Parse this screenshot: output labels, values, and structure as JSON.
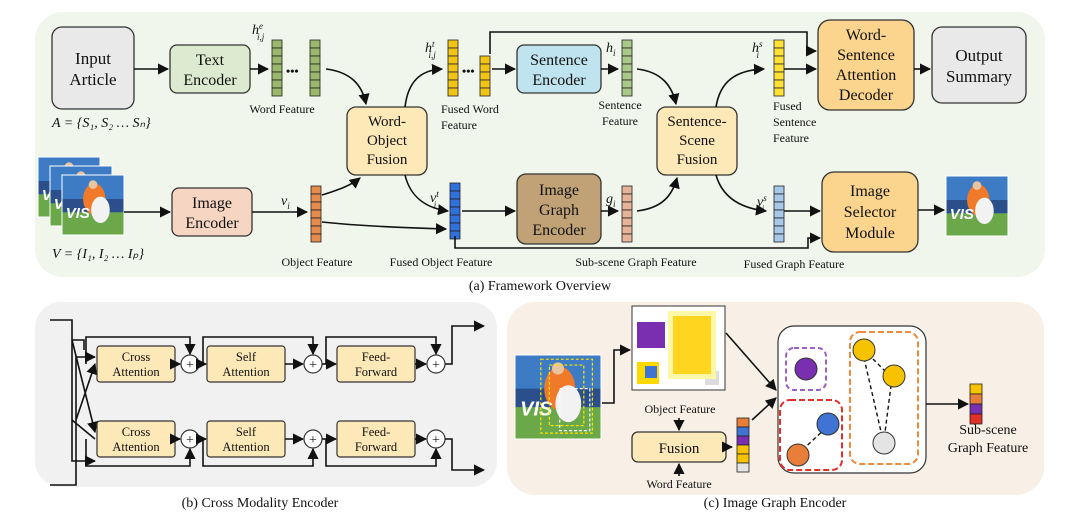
{
  "panel_a": {
    "caption": "(a) Framework Overview",
    "input_article": [
      "Input",
      "Article"
    ],
    "text_encoder": [
      "Text",
      "Encoder"
    ],
    "word_object_fusion": [
      "Word-",
      "Object",
      "Fusion"
    ],
    "sentence_encoder": [
      "Sentence",
      "Encoder"
    ],
    "sentence_scene_fusion": [
      "Sentence-",
      "Scene",
      "Fusion"
    ],
    "word_sentence_decoder": [
      "Word-",
      "Sentence",
      "Attention",
      "Decoder"
    ],
    "output_summary": [
      "Output",
      "Summary"
    ],
    "image_encoder": [
      "Image",
      "Encoder"
    ],
    "image_graph_encoder": [
      "Image",
      "Graph",
      "Encoder"
    ],
    "image_selector": [
      "Image",
      "Selector",
      "Module"
    ],
    "formula_a": "A = {S₁, S₂ … Sₙ}",
    "formula_v": "V = {I₁, I₂ … Iₚ}",
    "labels": {
      "word_feature": "Word Feature",
      "fused_word_feature": [
        "Fused Word",
        "Feature"
      ],
      "sentence_feature": [
        "Sentence",
        "Feature"
      ],
      "fused_sentence_feature": [
        "Fused",
        "Sentence",
        "Feature"
      ],
      "object_feature": "Object Feature",
      "fused_object_feature": "Fused Object Feature",
      "subscene_graph_feature": "Sub-scene Graph Feature",
      "fused_graph_feature": "Fused Graph Feature"
    },
    "symbols": {
      "h_e": "h",
      "h_e_sup": "e",
      "h_e_sub": "i,j",
      "h_t": "h",
      "h_t_sup": "t",
      "h_t_sub": "i,j",
      "h_i": "h",
      "h_i_sub": "i",
      "h_s": "h",
      "h_s_sup": "s",
      "h_s_sub": "i",
      "v_i": "v",
      "v_i_sub": "i",
      "v_t": "v",
      "v_t_sup": "t",
      "v_t_sub": "i",
      "g_i": "g",
      "g_i_sub": "i",
      "v_s": "v",
      "v_s_sup": "s",
      "v_s_sub": "i",
      "dots": "•••"
    }
  },
  "panel_b": {
    "caption": "(b) Cross Modality Encoder",
    "cross_attention": [
      "Cross",
      "Attention"
    ],
    "self_attention": [
      "Self",
      "Attention"
    ],
    "feed_forward": [
      "Feed-",
      "Forward"
    ],
    "plus": "+"
  },
  "panel_c": {
    "caption": "(c) Image Graph Encoder",
    "object_feature": "Object Feature",
    "fusion": "Fusion",
    "word_feature": "Word Feature",
    "subscene_graph_feature": [
      "Sub-scene",
      "Graph Feature"
    ],
    "photo_text": "VIS"
  },
  "colors": {
    "panel_a_bg": "#f1f6ec",
    "panel_b_bg": "#f1f1f1",
    "panel_c_bg": "#f8efe6",
    "gray_box": "#e9e9e9",
    "green_box": "#dcebcf",
    "yellow_box": "#fde8b7",
    "orange_box": "#fbd58d",
    "blue_box": "#bfe4ef",
    "tan_box": "#c1a277",
    "peach_box": "#f6d6c3",
    "word_feat": "#9bb86a",
    "fused_word": "#f2c418",
    "sent_feat": "#a9c98a",
    "fused_sent": "#ffe238",
    "obj_feat": "#e58b4c",
    "fused_obj": "#2f72dd",
    "graph_feat": "#e7b49a",
    "fused_graph": "#a7c8e8",
    "red_dash": "#e0302a",
    "orange_dash": "#f08a3a",
    "purple_dash": "#9b5fc6",
    "node_purple": "#7a2fb0",
    "node_yellow": "#f7c300",
    "node_blue": "#3f73d4",
    "node_orange": "#e77f3b",
    "node_gray": "#e4e4e4"
  }
}
